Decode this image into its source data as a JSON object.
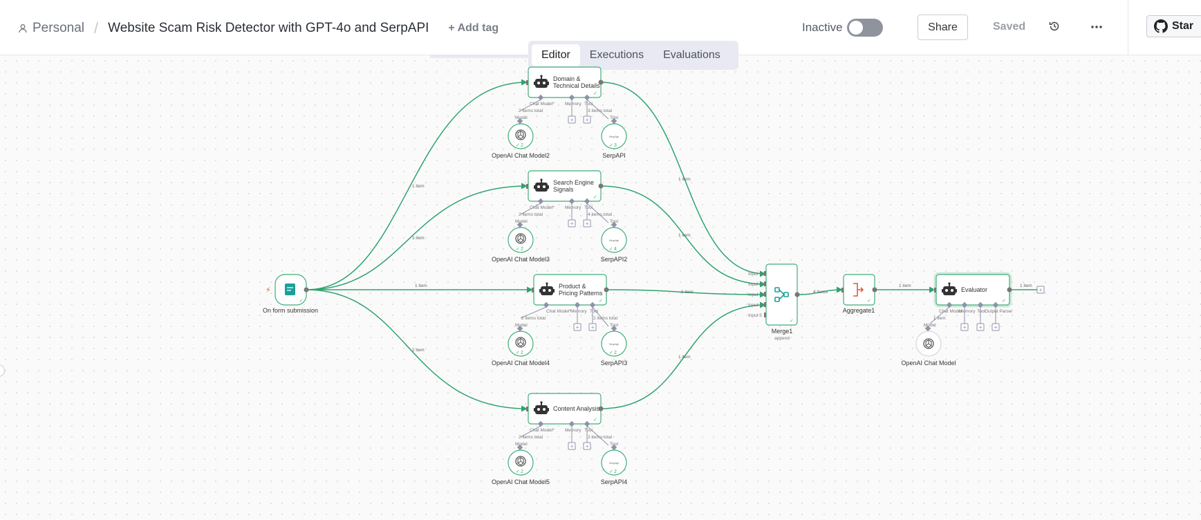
{
  "header": {
    "project": "Personal",
    "workflow_name": "Website Scam Risk Detector with GPT-4o and SerpAPI",
    "add_tag": "+ Add tag",
    "active_label": "Inactive",
    "share": "Share",
    "saved": "Saved",
    "star": "Star"
  },
  "tabs": [
    "Editor",
    "Executions",
    "Evaluations"
  ],
  "nodes": {
    "trigger": "On form submission",
    "agent1": [
      "Domain &",
      "Technical Details"
    ],
    "agent2": [
      "Search Engine",
      "Signals"
    ],
    "agent3": [
      "Product &",
      "Pricing Patterns"
    ],
    "agent4": "Content Analysis",
    "merge": "Merge1",
    "merge_sub": "append",
    "aggregate": "Aggregate1",
    "evaluator": "Evaluator",
    "model1": "OpenAI Chat Model2",
    "model2": "OpenAI Chat Model3",
    "model3": "OpenAI Chat Model4",
    "model4": "OpenAI Chat Model5",
    "model5": "OpenAI Chat Model",
    "serp1": "SerpAPI",
    "serp2": "SerpAPI2",
    "serp3": "SerpAPI3",
    "serp4": "SerpAPI4"
  },
  "ports": {
    "chat_model": "Chat Model*",
    "memory": "Memory",
    "tool": "Tool",
    "model": "Model",
    "output_parser": "Output Parser",
    "eval_chat_model": "Chat Model",
    "merge_inputs": [
      "Input 1",
      "Input 2",
      "Input 3",
      "Input 4",
      "Input 5"
    ]
  },
  "wire_labels": {
    "one_item": "1 item",
    "two_items_total": "2 items total",
    "three_items_total": "3 items total",
    "four_items_total": "4 items total",
    "four_items": "4 items"
  },
  "badges": {
    "m1": "2",
    "m2": "2",
    "m3": "2",
    "m4": "2",
    "s1": "3",
    "s2": "4",
    "s3": "2",
    "s4": "2"
  },
  "serp_logo_text": "SerpApi",
  "colors": {
    "wire": "#2ea36e",
    "node_border": "#3fae79",
    "port": "#8d92a8",
    "trigger_icon": "#1aa09a",
    "aggregate_icon": "#e8553b"
  }
}
